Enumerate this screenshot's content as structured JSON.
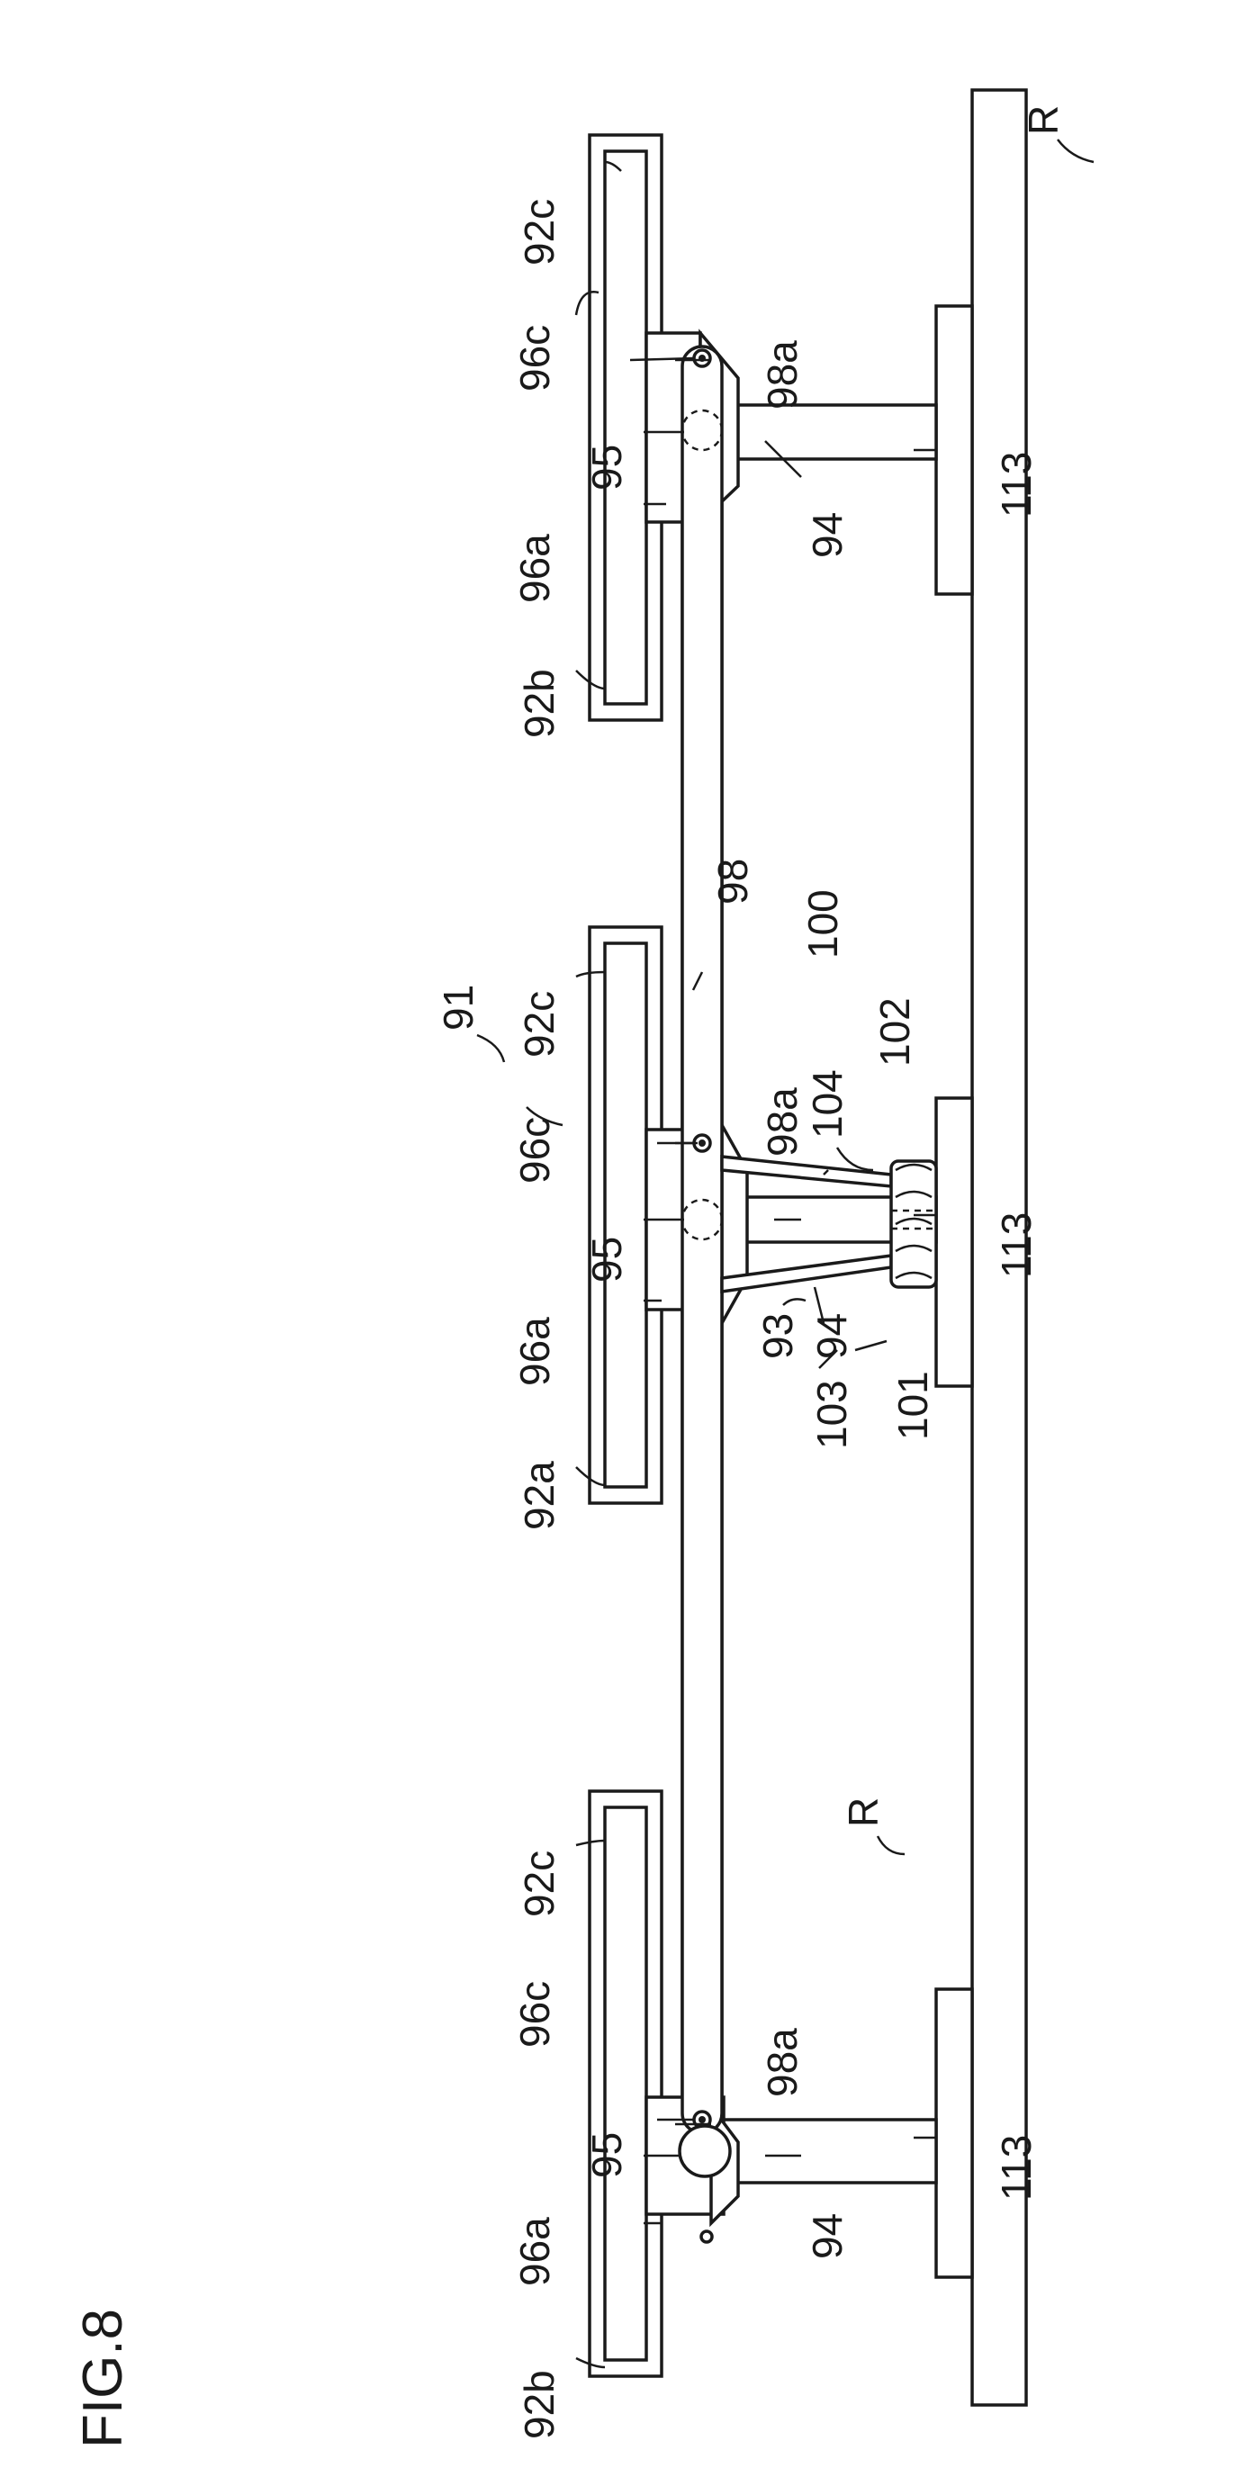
{
  "figure": {
    "title": "FIG.8",
    "labels": {
      "r_top": "R",
      "r_bottom": "R",
      "n113_top": "113",
      "n113_mid": "113",
      "n113_bot": "113",
      "n94_top": "94",
      "n94_mid": "94",
      "n94_bot": "94",
      "n98": "98",
      "n91": "91",
      "n100": "100",
      "n104": "104",
      "n102": "102",
      "n103": "103",
      "n101": "101",
      "n93": "93",
      "n92c_top": "92c",
      "n96c_top": "96c",
      "n98a_top": "98a",
      "n95_top": "95",
      "n96a_top": "96a",
      "n92b_top": "92b",
      "n92c_mid": "92c",
      "n96c_mid": "96c",
      "n98a_mid": "98a",
      "n95_mid": "95",
      "n96a_mid": "96a",
      "n92a_mid": "92a",
      "n92c_bot": "92c",
      "n96c_bot": "96c",
      "n98a_bot": "98a",
      "n95_bot": "95",
      "n96a_bot": "96a",
      "n92b_bot": "92b"
    }
  }
}
